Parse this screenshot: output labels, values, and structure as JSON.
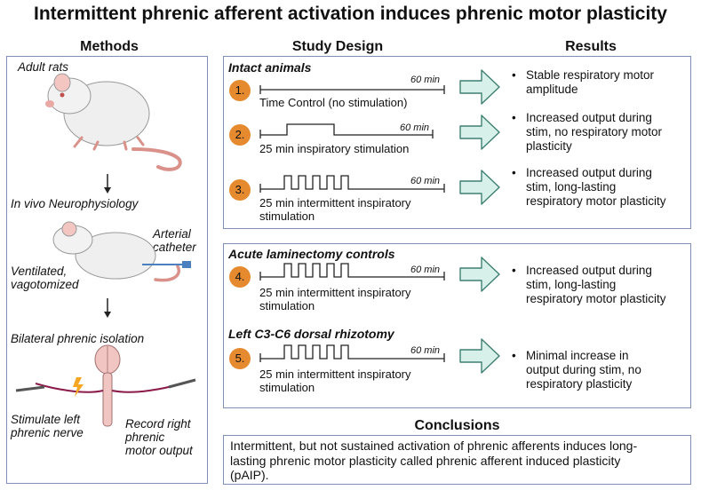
{
  "title": "Intermittent phrenic afferent activation induces phrenic motor plasticity",
  "methods": {
    "header": "Methods",
    "adult_rats": "Adult rats",
    "in_vivo": "In vivo Neurophysiology",
    "arterial_catheter": [
      "Arterial",
      "catheter"
    ],
    "ventilated": [
      "Ventilated,",
      "vagotomized"
    ],
    "bilateral": "Bilateral phrenic isolation",
    "stimulate": [
      "Stimulate left",
      "phrenic nerve"
    ],
    "record": [
      "Record right",
      "phrenic",
      "motor output"
    ]
  },
  "study_design": {
    "header": "Study Design",
    "intact": "Intact animals",
    "acute": "Acute laminectomy controls",
    "left": "Left C3-C6 dorsal rhizotomy",
    "duration": "60 min",
    "protocols": [
      {
        "num": "1.",
        "caption": [
          "Time Control (no stimulation)"
        ]
      },
      {
        "num": "2.",
        "caption": [
          "25 min inspiratory stimulation"
        ]
      },
      {
        "num": "3.",
        "caption": [
          "25 min intermittent inspiratory",
          "stimulation"
        ]
      },
      {
        "num": "4.",
        "caption": [
          "25 min intermittent inspiratory",
          "stimulation"
        ]
      },
      {
        "num": "5.",
        "caption": [
          "25 min intermittent inspiratory",
          "stimulation"
        ]
      }
    ]
  },
  "results": {
    "header": "Results",
    "bullet": "•",
    "items": [
      [
        "Stable respiratory motor",
        "amplitude"
      ],
      [
        "Increased output during",
        "stim, no respiratory motor",
        "plasticity"
      ],
      [
        "Increased output during",
        "stim, long-lasting",
        "respiratory motor plasticity"
      ],
      [
        "Increased output during",
        "stim, long-lasting",
        "respiratory motor plasticity"
      ],
      [
        "Minimal increase in",
        "output during stim, no",
        "respiratory plasticity"
      ]
    ]
  },
  "conclusions": {
    "header": "Conclusions",
    "lines": [
      "Intermittent, but not sustained activation of phrenic afferents induces long-",
      "lasting phrenic motor plasticity called phrenic afferent induced plasticity",
      "(pAIP)."
    ]
  },
  "colors": {
    "badge": "#e58a2e",
    "arrow_fill": "#d7f0ea",
    "arrow_stroke": "#3f7f72",
    "panel_border": "#7f8fb5"
  }
}
